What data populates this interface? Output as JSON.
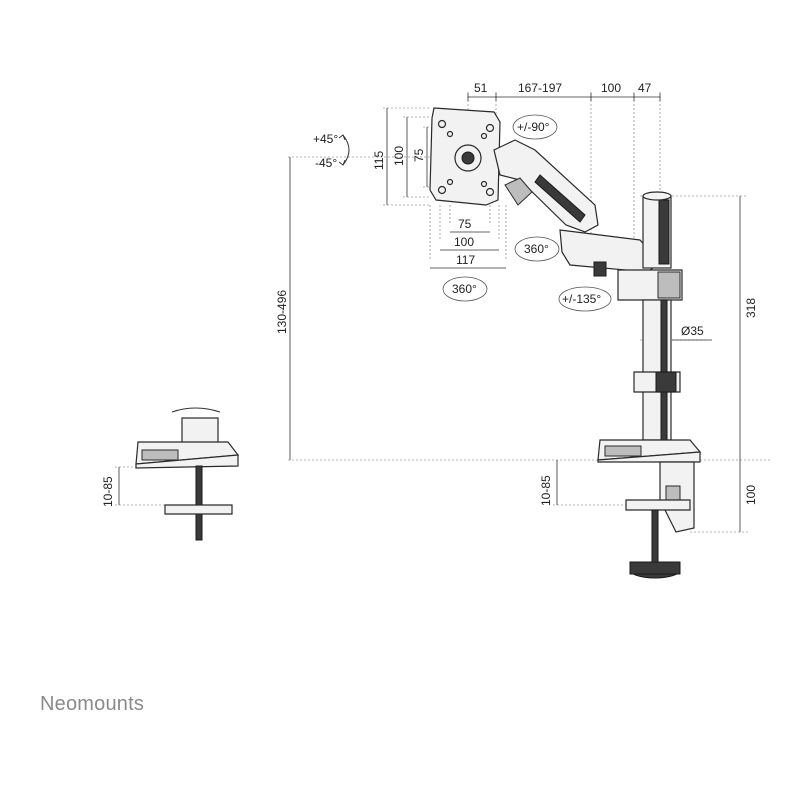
{
  "brand": "Neomounts",
  "dimensions": {
    "tilt_up": "+45°",
    "tilt_down": "-45°",
    "plate_h_115": "115",
    "plate_h_100": "100",
    "plate_h_75": "75",
    "plate_w_75": "75",
    "plate_w_100": "100",
    "plate_w_117": "117",
    "rotate_plate": "360°",
    "swivel_head": "+/-90°",
    "swivel_arm": "360°",
    "swivel_base": "+/-135°",
    "top_51": "51",
    "top_167_197": "167-197",
    "top_100": "100",
    "top_47": "47",
    "height_range": "130-496",
    "pole_height": "318",
    "pole_diameter": "Ø35",
    "clamp_range_right": "10-85",
    "clamp_height": "100",
    "clamp_range_left": "10-85"
  },
  "colors": {
    "line": "#2a2a2a",
    "brand": "#8a8a8a"
  }
}
